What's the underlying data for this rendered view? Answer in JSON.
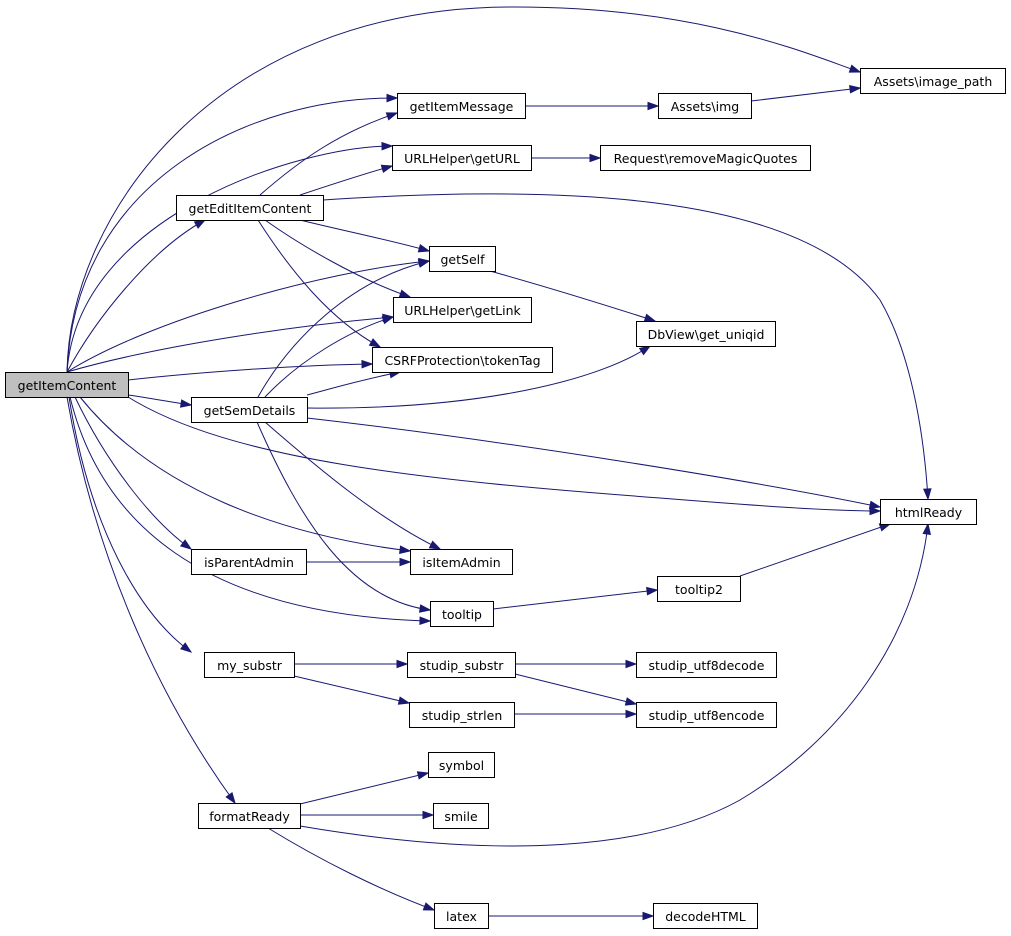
{
  "graph": {
    "edge_color": "#191970",
    "root_fill": "#bfbfbf",
    "nodes": [
      {
        "id": "n0",
        "label": "getItemContent",
        "root": true
      },
      {
        "id": "n1",
        "label": "Assets\\image_path"
      },
      {
        "id": "n2",
        "label": "getItemMessage"
      },
      {
        "id": "n3",
        "label": "Assets\\img"
      },
      {
        "id": "n4",
        "label": "URLHelper\\getURL"
      },
      {
        "id": "n5",
        "label": "Request\\removeMagicQuotes"
      },
      {
        "id": "n6",
        "label": "getEditItemContent"
      },
      {
        "id": "n7",
        "label": "getSelf"
      },
      {
        "id": "n8",
        "label": "URLHelper\\getLink"
      },
      {
        "id": "n9",
        "label": "DbView\\get_uniqid"
      },
      {
        "id": "n10",
        "label": "CSRFProtection\\tokenTag"
      },
      {
        "id": "n11",
        "label": "getSemDetails"
      },
      {
        "id": "n12",
        "label": "htmlReady"
      },
      {
        "id": "n13",
        "label": "isParentAdmin"
      },
      {
        "id": "n14",
        "label": "isItemAdmin"
      },
      {
        "id": "n15",
        "label": "tooltip2"
      },
      {
        "id": "n16",
        "label": "tooltip"
      },
      {
        "id": "n17",
        "label": "my_substr"
      },
      {
        "id": "n18",
        "label": "studip_substr"
      },
      {
        "id": "n19",
        "label": "studip_utf8decode"
      },
      {
        "id": "n20",
        "label": "studip_strlen"
      },
      {
        "id": "n21",
        "label": "studip_utf8encode"
      },
      {
        "id": "n22",
        "label": "symbol"
      },
      {
        "id": "n23",
        "label": "formatReady"
      },
      {
        "id": "n24",
        "label": "smile"
      },
      {
        "id": "n25",
        "label": "latex"
      },
      {
        "id": "n26",
        "label": "decodeHTML"
      }
    ],
    "edges": [
      [
        "n0",
        "n1"
      ],
      [
        "n0",
        "n2"
      ],
      [
        "n0",
        "n4"
      ],
      [
        "n0",
        "n6"
      ],
      [
        "n0",
        "n7"
      ],
      [
        "n0",
        "n8"
      ],
      [
        "n0",
        "n10"
      ],
      [
        "n0",
        "n11"
      ],
      [
        "n0",
        "n12"
      ],
      [
        "n0",
        "n13"
      ],
      [
        "n0",
        "n14"
      ],
      [
        "n0",
        "n16"
      ],
      [
        "n0",
        "n17"
      ],
      [
        "n0",
        "n23"
      ],
      [
        "n2",
        "n3"
      ],
      [
        "n3",
        "n1"
      ],
      [
        "n4",
        "n5"
      ],
      [
        "n6",
        "n2"
      ],
      [
        "n6",
        "n4"
      ],
      [
        "n6",
        "n7"
      ],
      [
        "n6",
        "n8"
      ],
      [
        "n6",
        "n10"
      ],
      [
        "n6",
        "n12"
      ],
      [
        "n7",
        "n9"
      ],
      [
        "n11",
        "n7"
      ],
      [
        "n11",
        "n8"
      ],
      [
        "n11",
        "n10"
      ],
      [
        "n11",
        "n9"
      ],
      [
        "n11",
        "n12"
      ],
      [
        "n11",
        "n14"
      ],
      [
        "n11",
        "n16"
      ],
      [
        "n13",
        "n14"
      ],
      [
        "n16",
        "n15"
      ],
      [
        "n15",
        "n12"
      ],
      [
        "n17",
        "n18"
      ],
      [
        "n17",
        "n20"
      ],
      [
        "n18",
        "n19"
      ],
      [
        "n18",
        "n21"
      ],
      [
        "n20",
        "n21"
      ],
      [
        "n23",
        "n22"
      ],
      [
        "n23",
        "n24"
      ],
      [
        "n23",
        "n25"
      ],
      [
        "n23",
        "n12"
      ],
      [
        "n25",
        "n26"
      ]
    ]
  }
}
